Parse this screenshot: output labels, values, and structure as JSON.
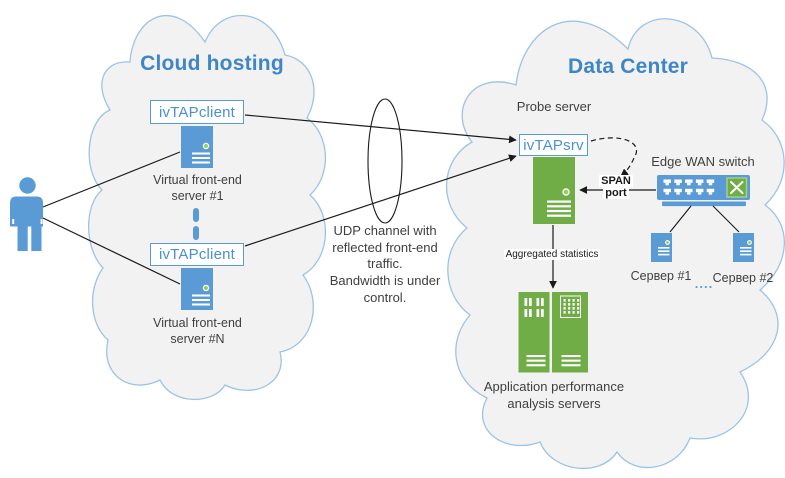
{
  "titles": {
    "cloud_hosting": "Cloud hosting",
    "data_center": "Data Center"
  },
  "cloud_hosting": {
    "client_box_1": "ivTAPclient",
    "client_box_n": "ivTAPclient",
    "server_1_caption": {
      "line1": "Virtual front-end",
      "line2": "server #1"
    },
    "server_n_caption": {
      "line1": "Virtual front-end",
      "line2": "server #N"
    }
  },
  "udp_note": {
    "line1": "UDP channel with",
    "line2": "reflected front-end",
    "line3": "traffic.",
    "line4": "Bandwidth is under",
    "line5": "control."
  },
  "data_center": {
    "probe_server_label": "Probe server",
    "srv_box": "ivTAPsrv",
    "span_port": {
      "line1": "SPAN",
      "line2": "port"
    },
    "edge_wan_switch_label": "Edge WAN switch",
    "server_1_label": "Сервер #1",
    "server_2_label": "Сервер #2",
    "more_servers_dots": "....",
    "aggregated_statistics_label": "Aggregated statistics",
    "analysis_caption": {
      "line1": "Application performance",
      "line2": "analysis servers"
    }
  },
  "icons": {
    "person": "person-icon",
    "blue_server": "server-icon",
    "green_server": "probe-server-icon",
    "switch": "network-switch-icon",
    "crossover_module": "crossover-module-icon",
    "channel": "udp-channel-ellipse"
  },
  "colors": {
    "blue": "#5B9BD5",
    "green": "#70AD47",
    "title_blue": "#3E86C8",
    "box_text_blue": "#4A90D3",
    "cloud_fill": "#F2F2F2",
    "cloud_stroke": "#9CC3E6",
    "label_text": "#3F3F3F",
    "connector": "#1A1A1A"
  }
}
